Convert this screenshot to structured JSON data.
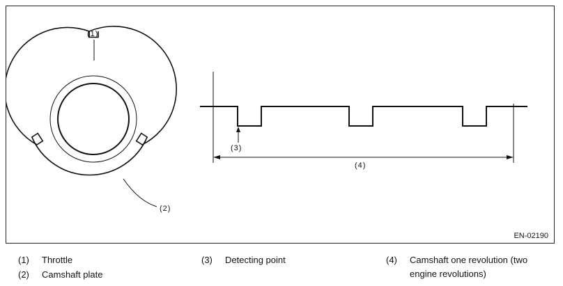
{
  "callouts": {
    "c1": "(1)",
    "c2": "(2)",
    "c3": "(3)",
    "c4": "(4)"
  },
  "figure_code": "EN-02190",
  "legend": [
    {
      "number": "(1)",
      "text": "Throttle"
    },
    {
      "number": "(2)",
      "text": "Camshaft plate"
    },
    {
      "number": "(3)",
      "text": "Detecting point"
    },
    {
      "number": "(4)",
      "text_line1": "Camshaft one revolution (two",
      "text_line2": "engine revolutions)"
    }
  ]
}
